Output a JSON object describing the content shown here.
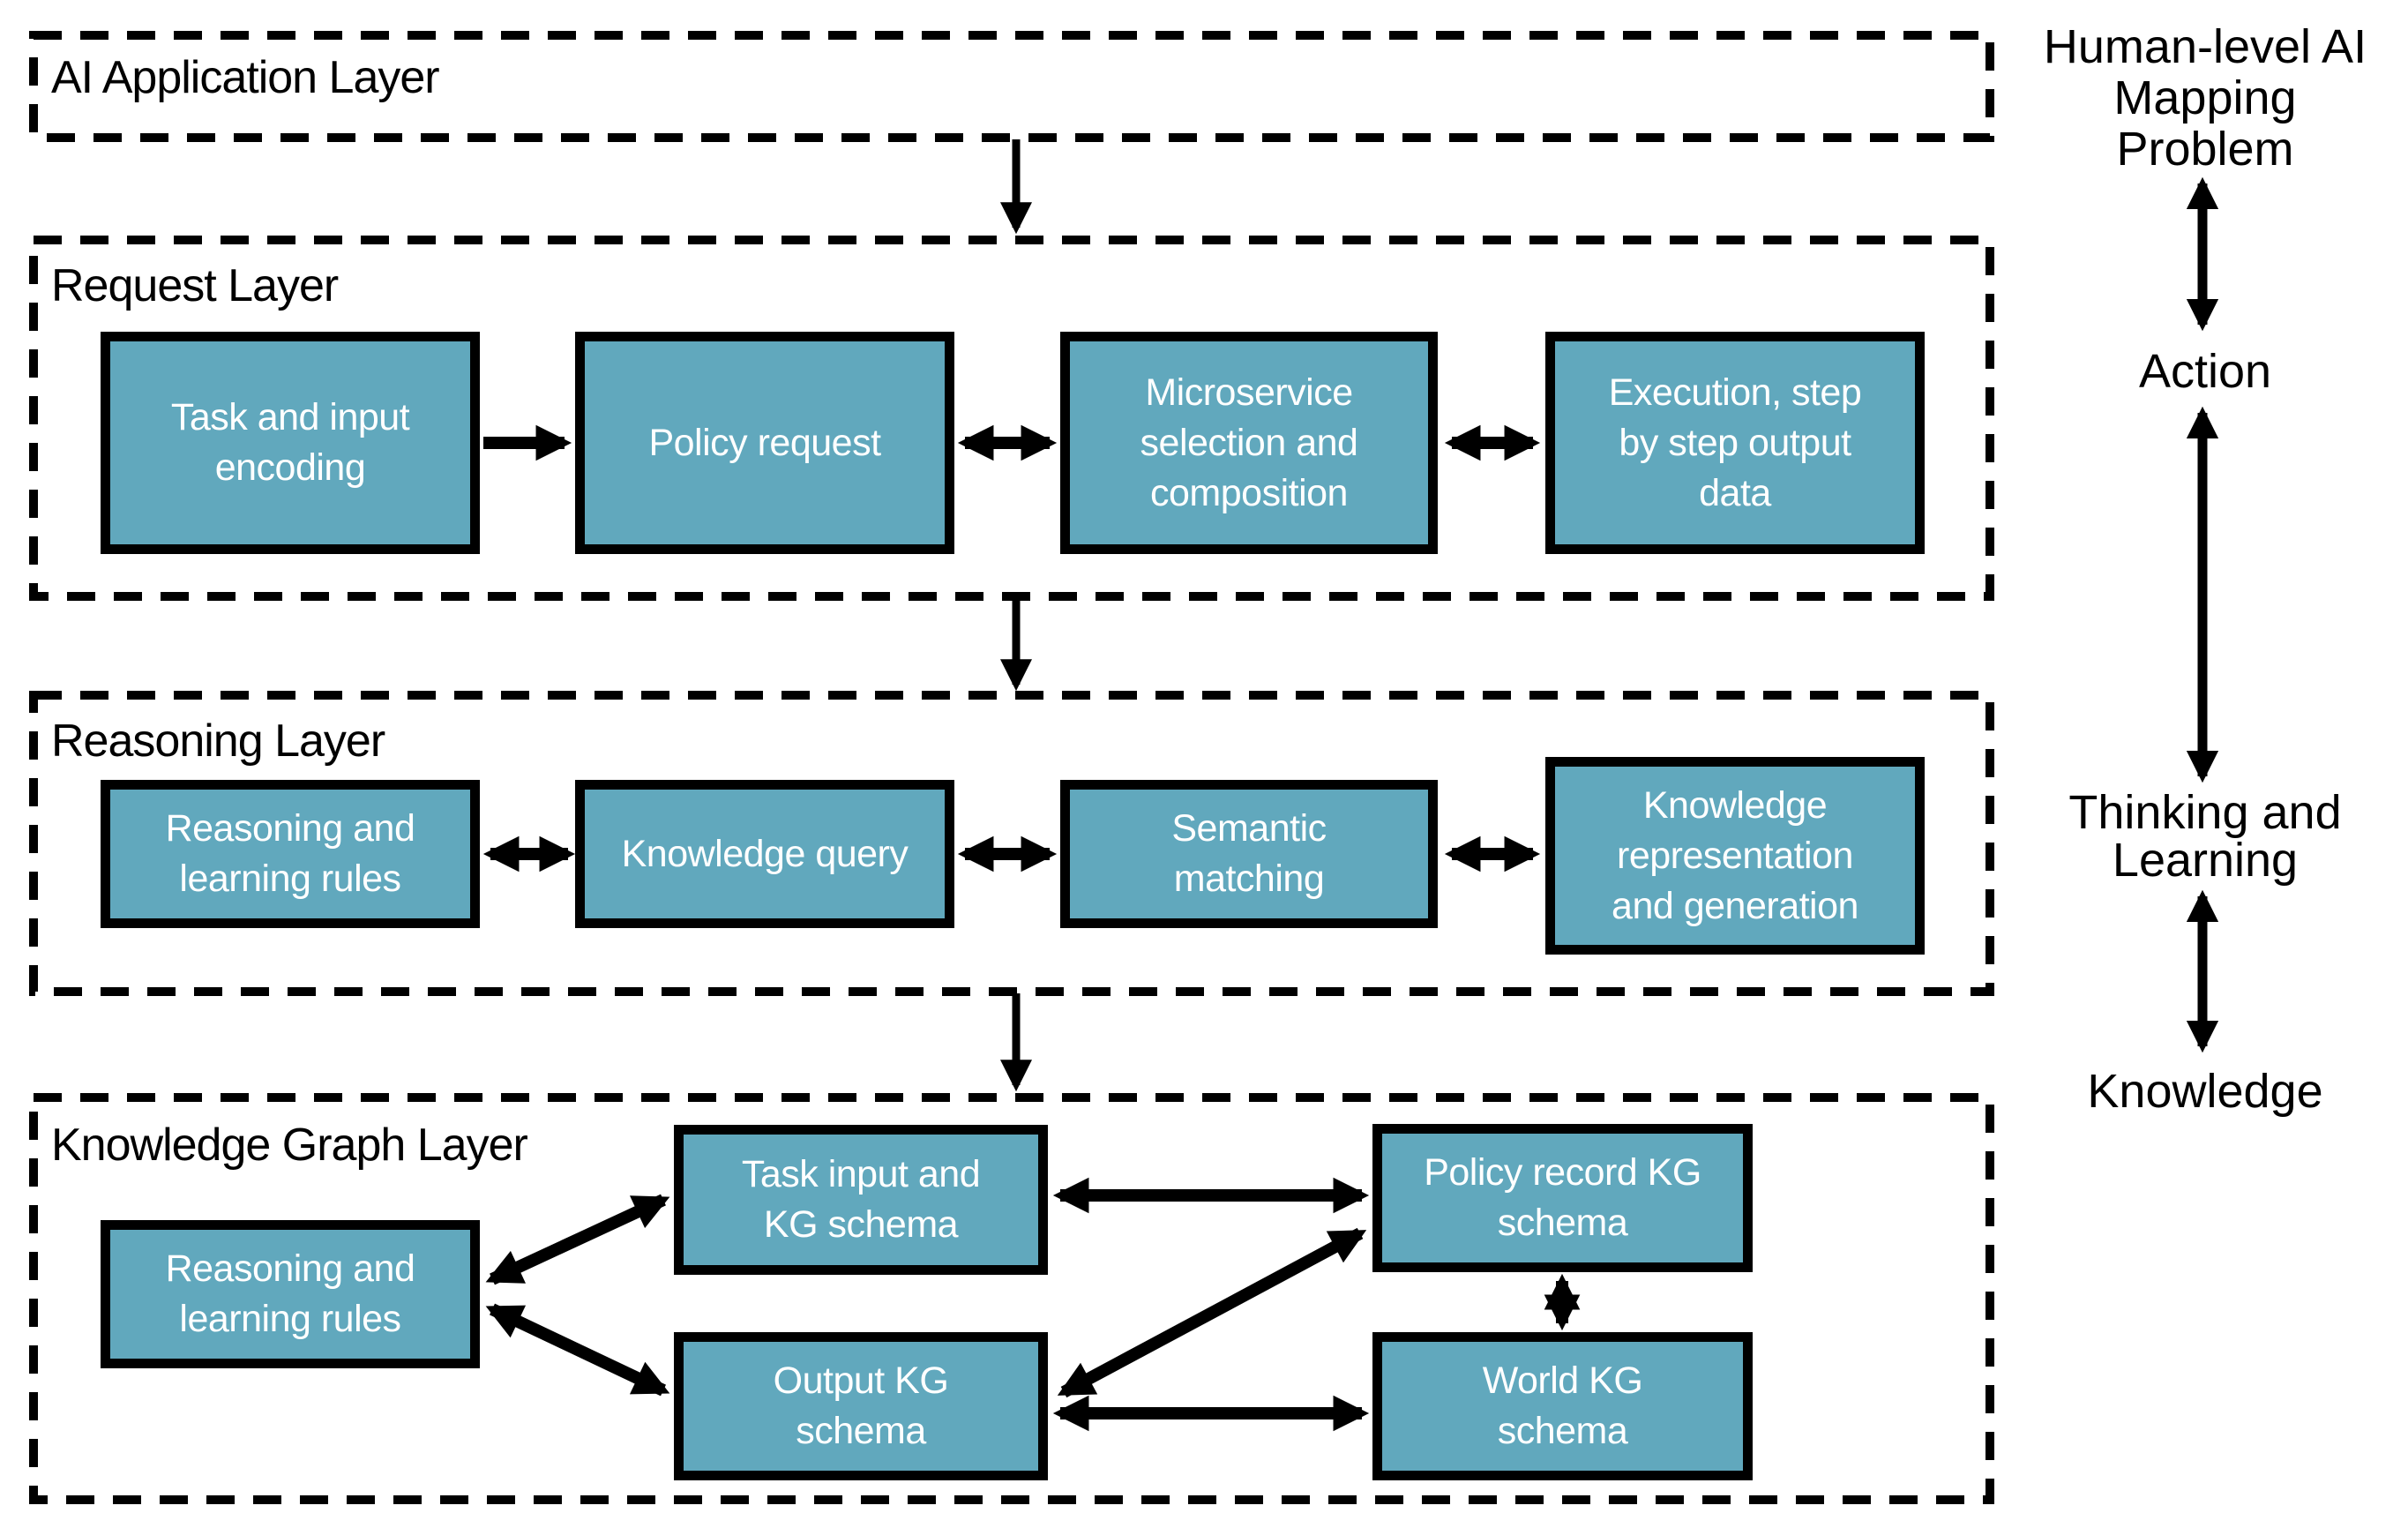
{
  "colors": {
    "node-fill": "#61A8BD",
    "node-text": "#FFFFFF",
    "line": "#000000",
    "background": "#FFFFFF"
  },
  "layers": {
    "app": {
      "title": "AI Application Layer",
      "nodes": []
    },
    "request": {
      "title": "Request Layer",
      "nodes": [
        "Task and input\nencoding",
        "Policy request",
        "Microservice\nselection and\ncomposition",
        "Execution, step\nby step output\ndata"
      ]
    },
    "reasoning": {
      "title": "Reasoning Layer",
      "nodes": [
        "Reasoning and\nlearning rules",
        "Knowledge query",
        "Semantic\nmatching",
        "Knowledge\nrepresentation\nand generation"
      ]
    },
    "kg": {
      "title": "Knowledge Graph Layer",
      "nodes": [
        "Reasoning and\nlearning rules",
        "Task input and\nKG schema",
        "Policy record KG\nschema",
        "Output KG\nschema",
        "World KG\nschema"
      ]
    }
  },
  "side": {
    "title": "Human-level AI\nMapping\nProblem",
    "levels": [
      "Action",
      "Thinking and\nLearning",
      "Knowledge"
    ]
  },
  "edges": [
    {
      "from": "AI Application Layer",
      "to": "Request Layer",
      "direction": "one-way"
    },
    {
      "from": "Request Layer",
      "to": "Reasoning Layer",
      "direction": "one-way"
    },
    {
      "from": "Reasoning Layer",
      "to": "Knowledge Graph Layer",
      "direction": "one-way"
    },
    {
      "from": "Task and input encoding",
      "to": "Policy request",
      "direction": "one-way"
    },
    {
      "from": "Policy request",
      "to": "Microservice selection and composition",
      "direction": "two-way"
    },
    {
      "from": "Microservice selection and composition",
      "to": "Execution, step by step output data",
      "direction": "two-way"
    },
    {
      "from": "Reasoning and learning rules",
      "to": "Knowledge query",
      "direction": "two-way"
    },
    {
      "from": "Knowledge query",
      "to": "Semantic matching",
      "direction": "two-way"
    },
    {
      "from": "Semantic matching",
      "to": "Knowledge representation and generation",
      "direction": "two-way"
    },
    {
      "from": "Reasoning and learning rules (KG layer)",
      "to": "Task input and KG schema",
      "direction": "two-way"
    },
    {
      "from": "Reasoning and learning rules (KG layer)",
      "to": "Output KG schema",
      "direction": "two-way"
    },
    {
      "from": "Task input and KG schema",
      "to": "Policy record KG schema",
      "direction": "two-way"
    },
    {
      "from": "Output KG schema",
      "to": "Policy record KG schema",
      "direction": "two-way"
    },
    {
      "from": "Policy record KG schema",
      "to": "World KG schema",
      "direction": "two-way"
    },
    {
      "from": "Output KG schema",
      "to": "World KG schema",
      "direction": "two-way"
    },
    {
      "from": "Human-level AI Mapping Problem",
      "to": "Action",
      "direction": "two-way"
    },
    {
      "from": "Action",
      "to": "Thinking and Learning",
      "direction": "two-way"
    },
    {
      "from": "Thinking and Learning",
      "to": "Knowledge",
      "direction": "two-way"
    }
  ]
}
